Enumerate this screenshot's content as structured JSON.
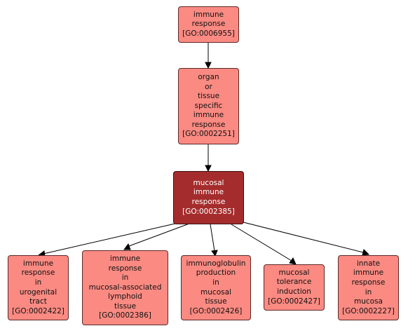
{
  "colors": {
    "node_fill": "#fa8a82",
    "focus_fill": "#a52c2c",
    "edge": "#000000"
  },
  "nodes": {
    "n6955": {
      "lines": [
        "immune",
        "response",
        "[GO:0006955]"
      ]
    },
    "n2251": {
      "lines": [
        "organ",
        "or",
        "tissue",
        "specific",
        "immune",
        "response",
        "[GO:0002251]"
      ]
    },
    "n2385": {
      "lines": [
        "mucosal",
        "immune",
        "response",
        "[GO:0002385]"
      ]
    },
    "n2422": {
      "lines": [
        "immune",
        "response",
        "in",
        "urogenital",
        "tract",
        "[GO:0002422]"
      ]
    },
    "n2386": {
      "lines": [
        "immune",
        "response",
        "in",
        "mucosal-associated",
        "lymphoid",
        "tissue",
        "[GO:0002386]"
      ]
    },
    "n2426": {
      "lines": [
        "immunoglobulin",
        "production",
        "in",
        "mucosal",
        "tissue",
        "[GO:0002426]"
      ]
    },
    "n2427": {
      "lines": [
        "mucosal",
        "tolerance",
        "induction",
        "[GO:0002427]"
      ]
    },
    "n2227": {
      "lines": [
        "innate",
        "immune",
        "response",
        "in",
        "mucosa",
        "[GO:0002227]"
      ]
    }
  },
  "edges": [
    {
      "from": "n6955",
      "to": "n2251"
    },
    {
      "from": "n2251",
      "to": "n2385"
    },
    {
      "from": "n2385",
      "to": "n2422"
    },
    {
      "from": "n2385",
      "to": "n2386"
    },
    {
      "from": "n2385",
      "to": "n2426"
    },
    {
      "from": "n2385",
      "to": "n2427"
    },
    {
      "from": "n2385",
      "to": "n2227"
    }
  ]
}
